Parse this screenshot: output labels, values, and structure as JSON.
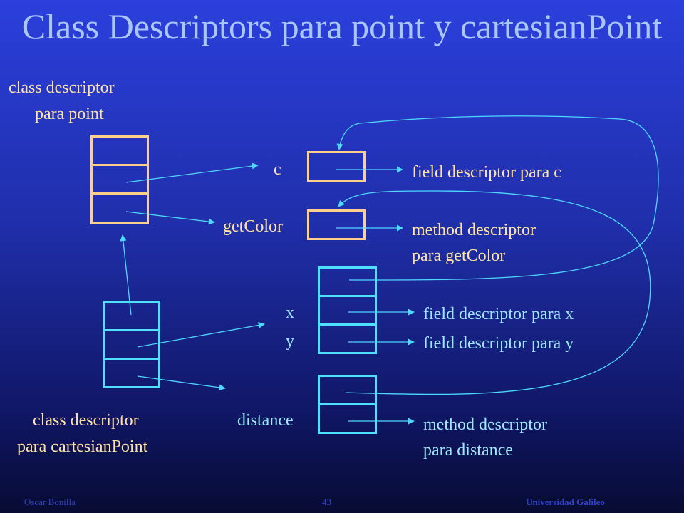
{
  "slide": {
    "title": "Class Descriptors para point y cartesianPoint",
    "labels": {
      "point_descriptor": [
        "class descriptor",
        "para point"
      ],
      "cartesian_descriptor": [
        "class descriptor",
        "para cartesianPoint"
      ],
      "field_c": "c",
      "method_getColor": "getColor",
      "field_x": "x",
      "field_y": "y",
      "method_distance": "distance",
      "fd_c": "field descriptor para c",
      "md_getColor": [
        "method descriptor",
        "para getColor"
      ],
      "fd_x": "field descriptor para x",
      "fd_y": "field descriptor para y",
      "md_distance": [
        "method descriptor",
        "para distance"
      ]
    },
    "footer": {
      "author": "Oscar Bonilla",
      "page": "43",
      "institution": "Universidad Galileo"
    },
    "colors": {
      "background": "#1f2ea8",
      "title": "#a9c6ff",
      "point_text": "#ffe3a6",
      "point_boxes": "#ffd08a",
      "cartesian_text": "#9fe6ff",
      "cartesian_boxes": "#4fe0ff",
      "arrows": "#4fd8ff"
    }
  }
}
